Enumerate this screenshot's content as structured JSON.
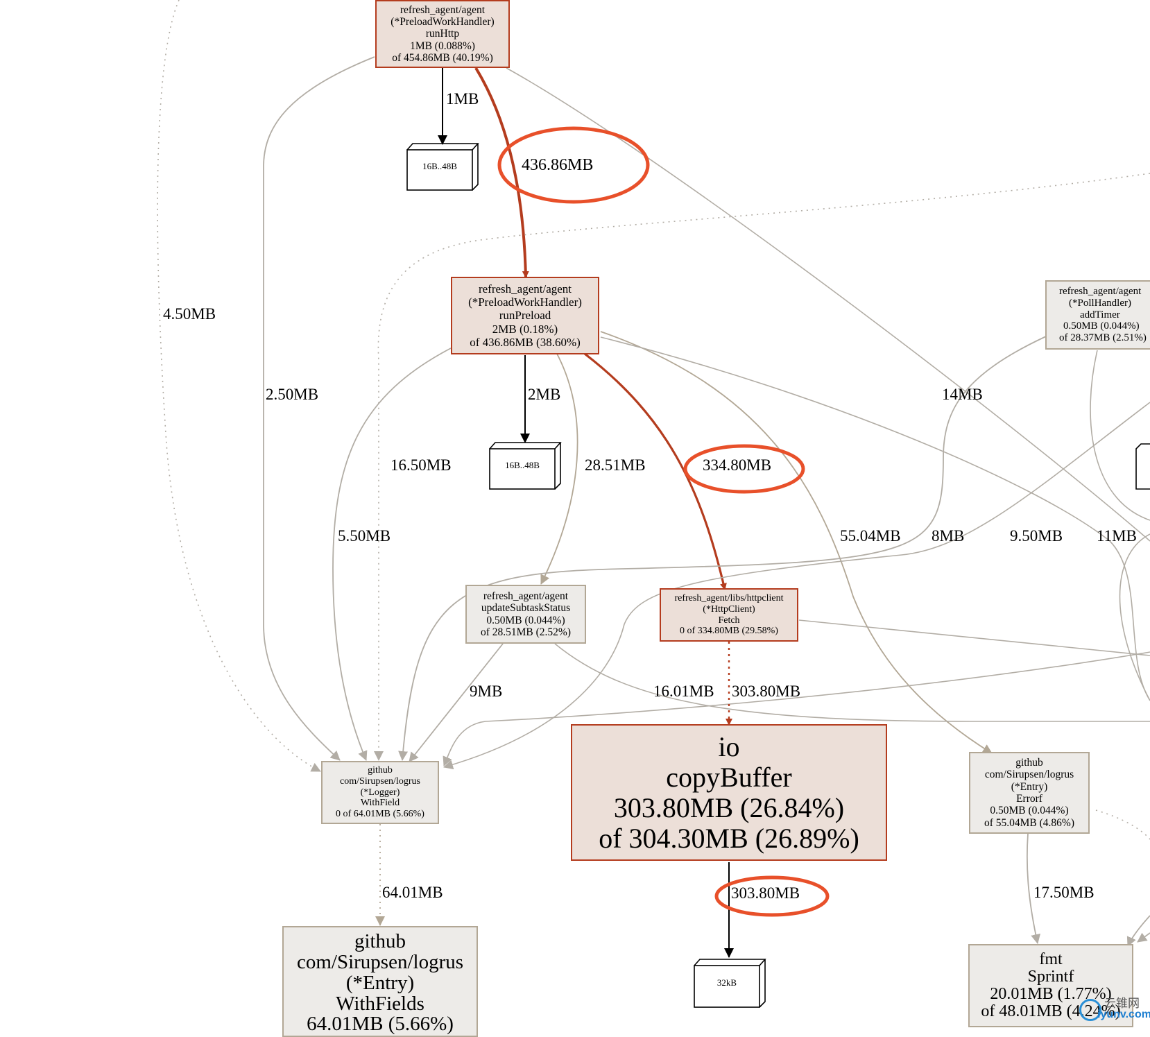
{
  "nodes": {
    "runHttp": {
      "lines": [
        "refresh_agent/agent",
        "(*PreloadWorkHandler)",
        "runHttp",
        "1MB (0.088%)",
        "of 454.86MB (40.19%)"
      ]
    },
    "runPreload": {
      "lines": [
        "refresh_agent/agent",
        "(*PreloadWorkHandler)",
        "runPreload",
        "2MB (0.18%)",
        "of 436.86MB (38.60%)"
      ]
    },
    "addTimer": {
      "lines": [
        "refresh_agent/agent",
        "(*PollHandler)",
        "addTimer",
        "0.50MB (0.044%)",
        "of 28.37MB (2.51%)"
      ]
    },
    "updateSubtask": {
      "lines": [
        "refresh_agent/agent",
        "updateSubtaskStatus",
        "0.50MB (0.044%)",
        "of 28.51MB (2.52%)"
      ]
    },
    "fetch": {
      "lines": [
        "refresh_agent/libs/httpclient",
        "(*HttpClient)",
        "Fetch",
        "0 of 334.80MB (29.58%)"
      ]
    },
    "copyBuffer": {
      "lines": [
        "io",
        "copyBuffer",
        "303.80MB (26.84%)",
        "of 304.30MB (26.89%)"
      ]
    },
    "withField": {
      "lines": [
        "github",
        "com/Sirupsen/logrus",
        "(*Logger)",
        "WithField",
        "0 of 64.01MB (5.66%)"
      ]
    },
    "withFields": {
      "lines": [
        "github",
        "com/Sirupsen/logrus",
        "(*Entry)",
        "WithFields",
        "64.01MB (5.66%)"
      ]
    },
    "errorf": {
      "lines": [
        "github",
        "com/Sirupsen/logrus",
        "(*Entry)",
        "Errorf",
        "0.50MB (0.044%)",
        "of 55.04MB (4.86%)"
      ]
    },
    "sprintf": {
      "lines": [
        "fmt",
        "Sprintf",
        "20.01MB (1.77%)",
        "of 48.01MB (4.24%)"
      ]
    }
  },
  "boxes": {
    "b1": "16B..48B",
    "b2": "16B..48B",
    "b3": "32kB"
  },
  "edge_labels": {
    "e_1mb": "1MB",
    "e_43686": "436.86MB",
    "e_450": "4.50MB",
    "e_250": "2.50MB",
    "e_2mb": "2MB",
    "e_1650": "16.50MB",
    "e_2851": "28.51MB",
    "e_33480": "334.80MB",
    "e_14mb": "14MB",
    "e_550": "5.50MB",
    "e_5504": "55.04MB",
    "e_8mb": "8MB",
    "e_950": "9.50MB",
    "e_11mb": "11MB",
    "e_9mb": "9MB",
    "e_1601": "16.01MB",
    "e_30380a": "303.80MB",
    "e_6401": "64.01MB",
    "e_30380b": "303.80MB",
    "e_1750": "17.50MB"
  },
  "watermark": {
    "cn": "云锥网",
    "url": "iyunv.com"
  },
  "colors": {
    "hot": "#b43c1e",
    "hot_fill": "#ecdfd8",
    "cold": "#b2a795",
    "cold_fill": "#edebe8",
    "highlight": "#e8502a"
  }
}
